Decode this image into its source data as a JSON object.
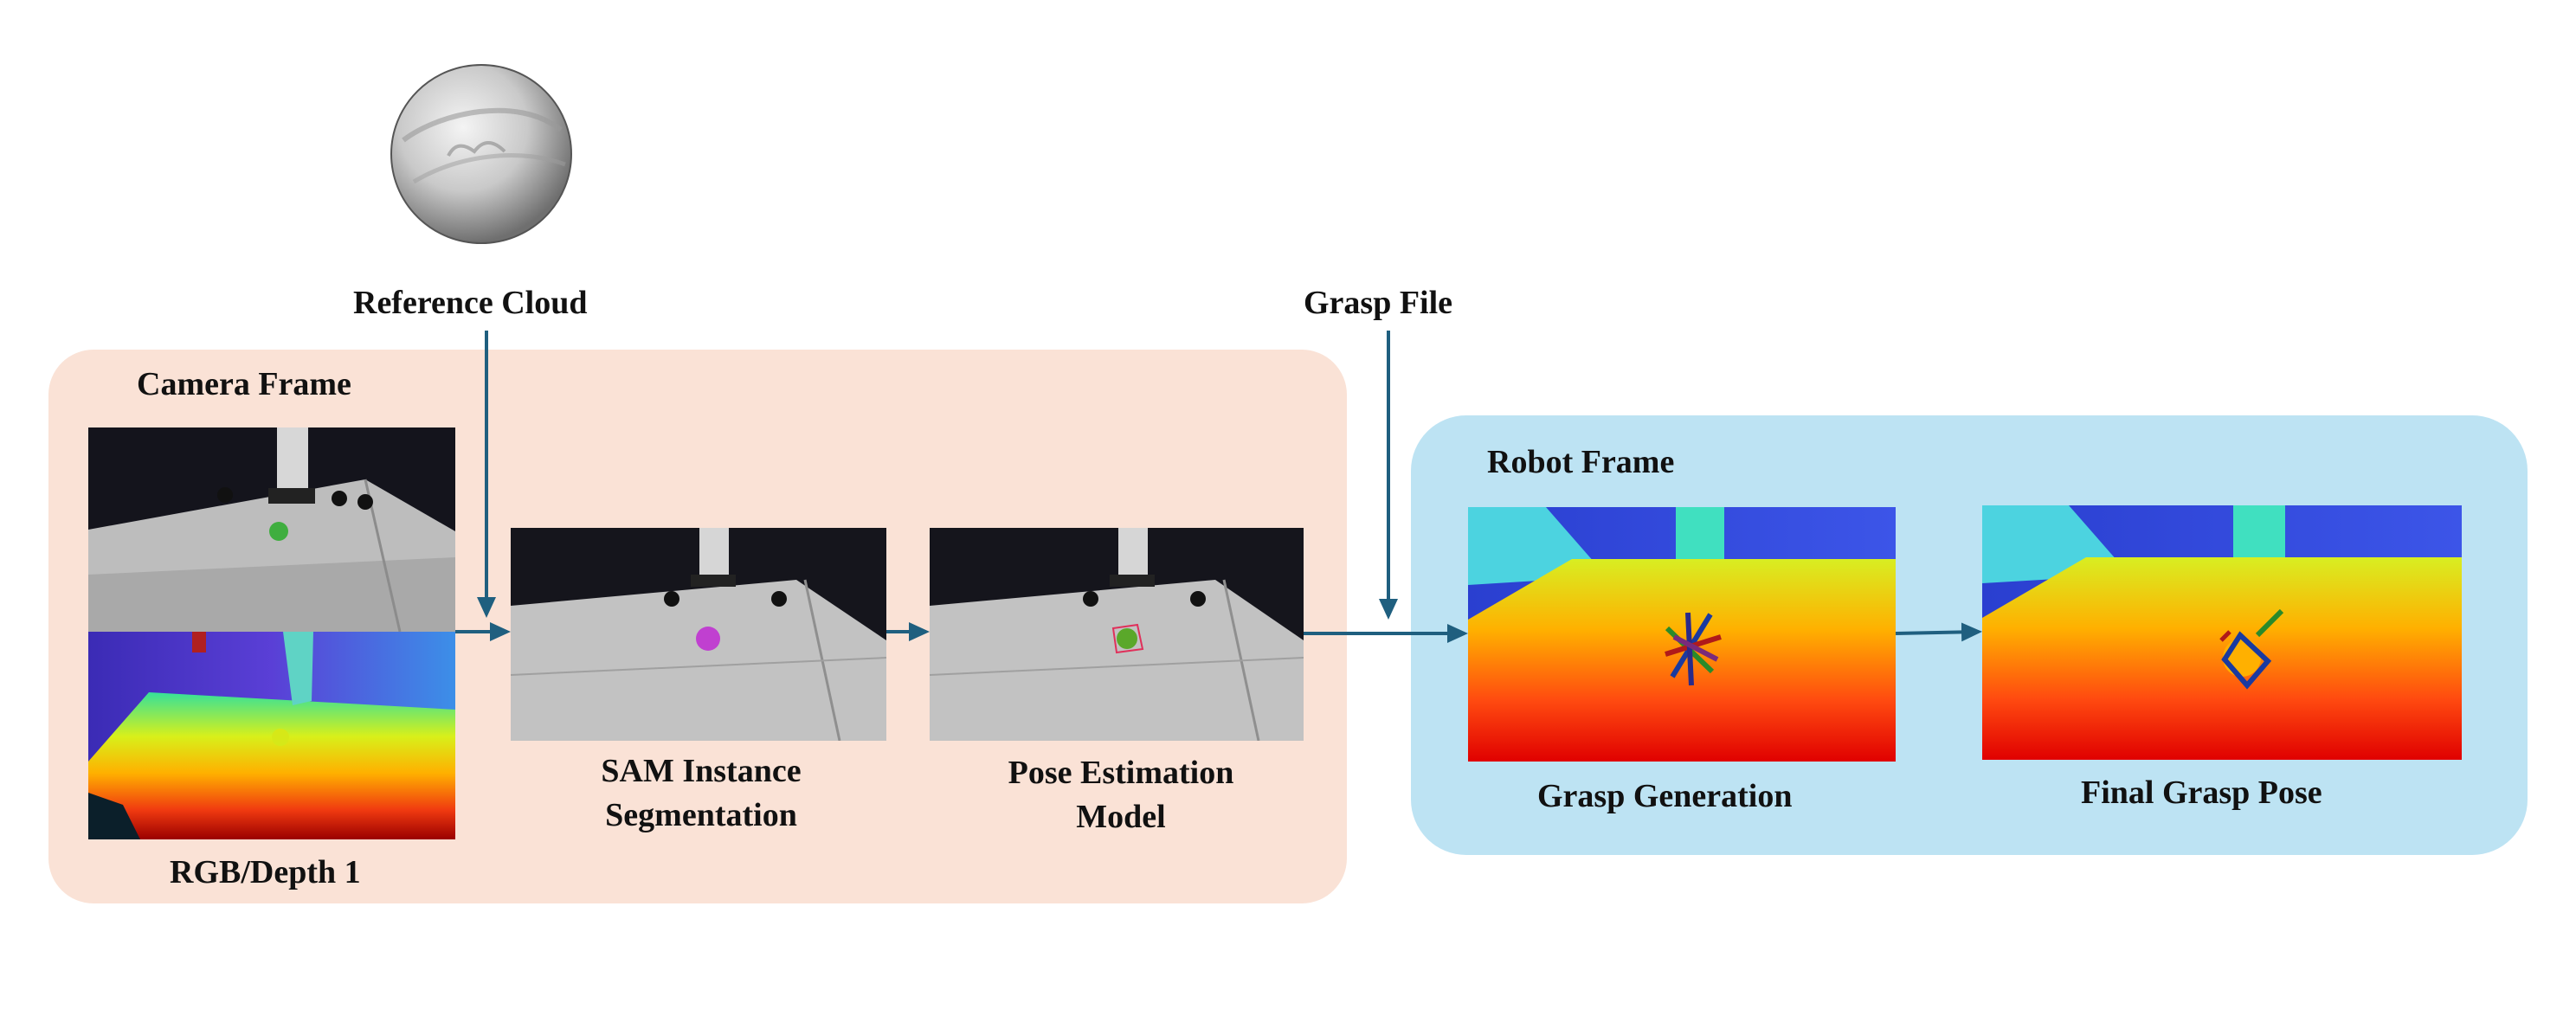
{
  "labels": {
    "reference_cloud": "Reference Cloud",
    "grasp_file": "Grasp File",
    "camera_frame": "Camera Frame",
    "rgb_depth": "RGB/Depth 1",
    "sam_line1": "SAM Instance",
    "sam_line2": "Segmentation",
    "pose_line1": "Pose Estimation",
    "pose_line2": "Model",
    "robot_frame": "Robot Frame",
    "grasp_generation": "Grasp Generation",
    "final_grasp_pose": "Final  Grasp Pose"
  },
  "colors": {
    "camera_panel": "#fae2d6",
    "robot_panel": "#bde3f3",
    "arrow": "#1f5f7f"
  }
}
